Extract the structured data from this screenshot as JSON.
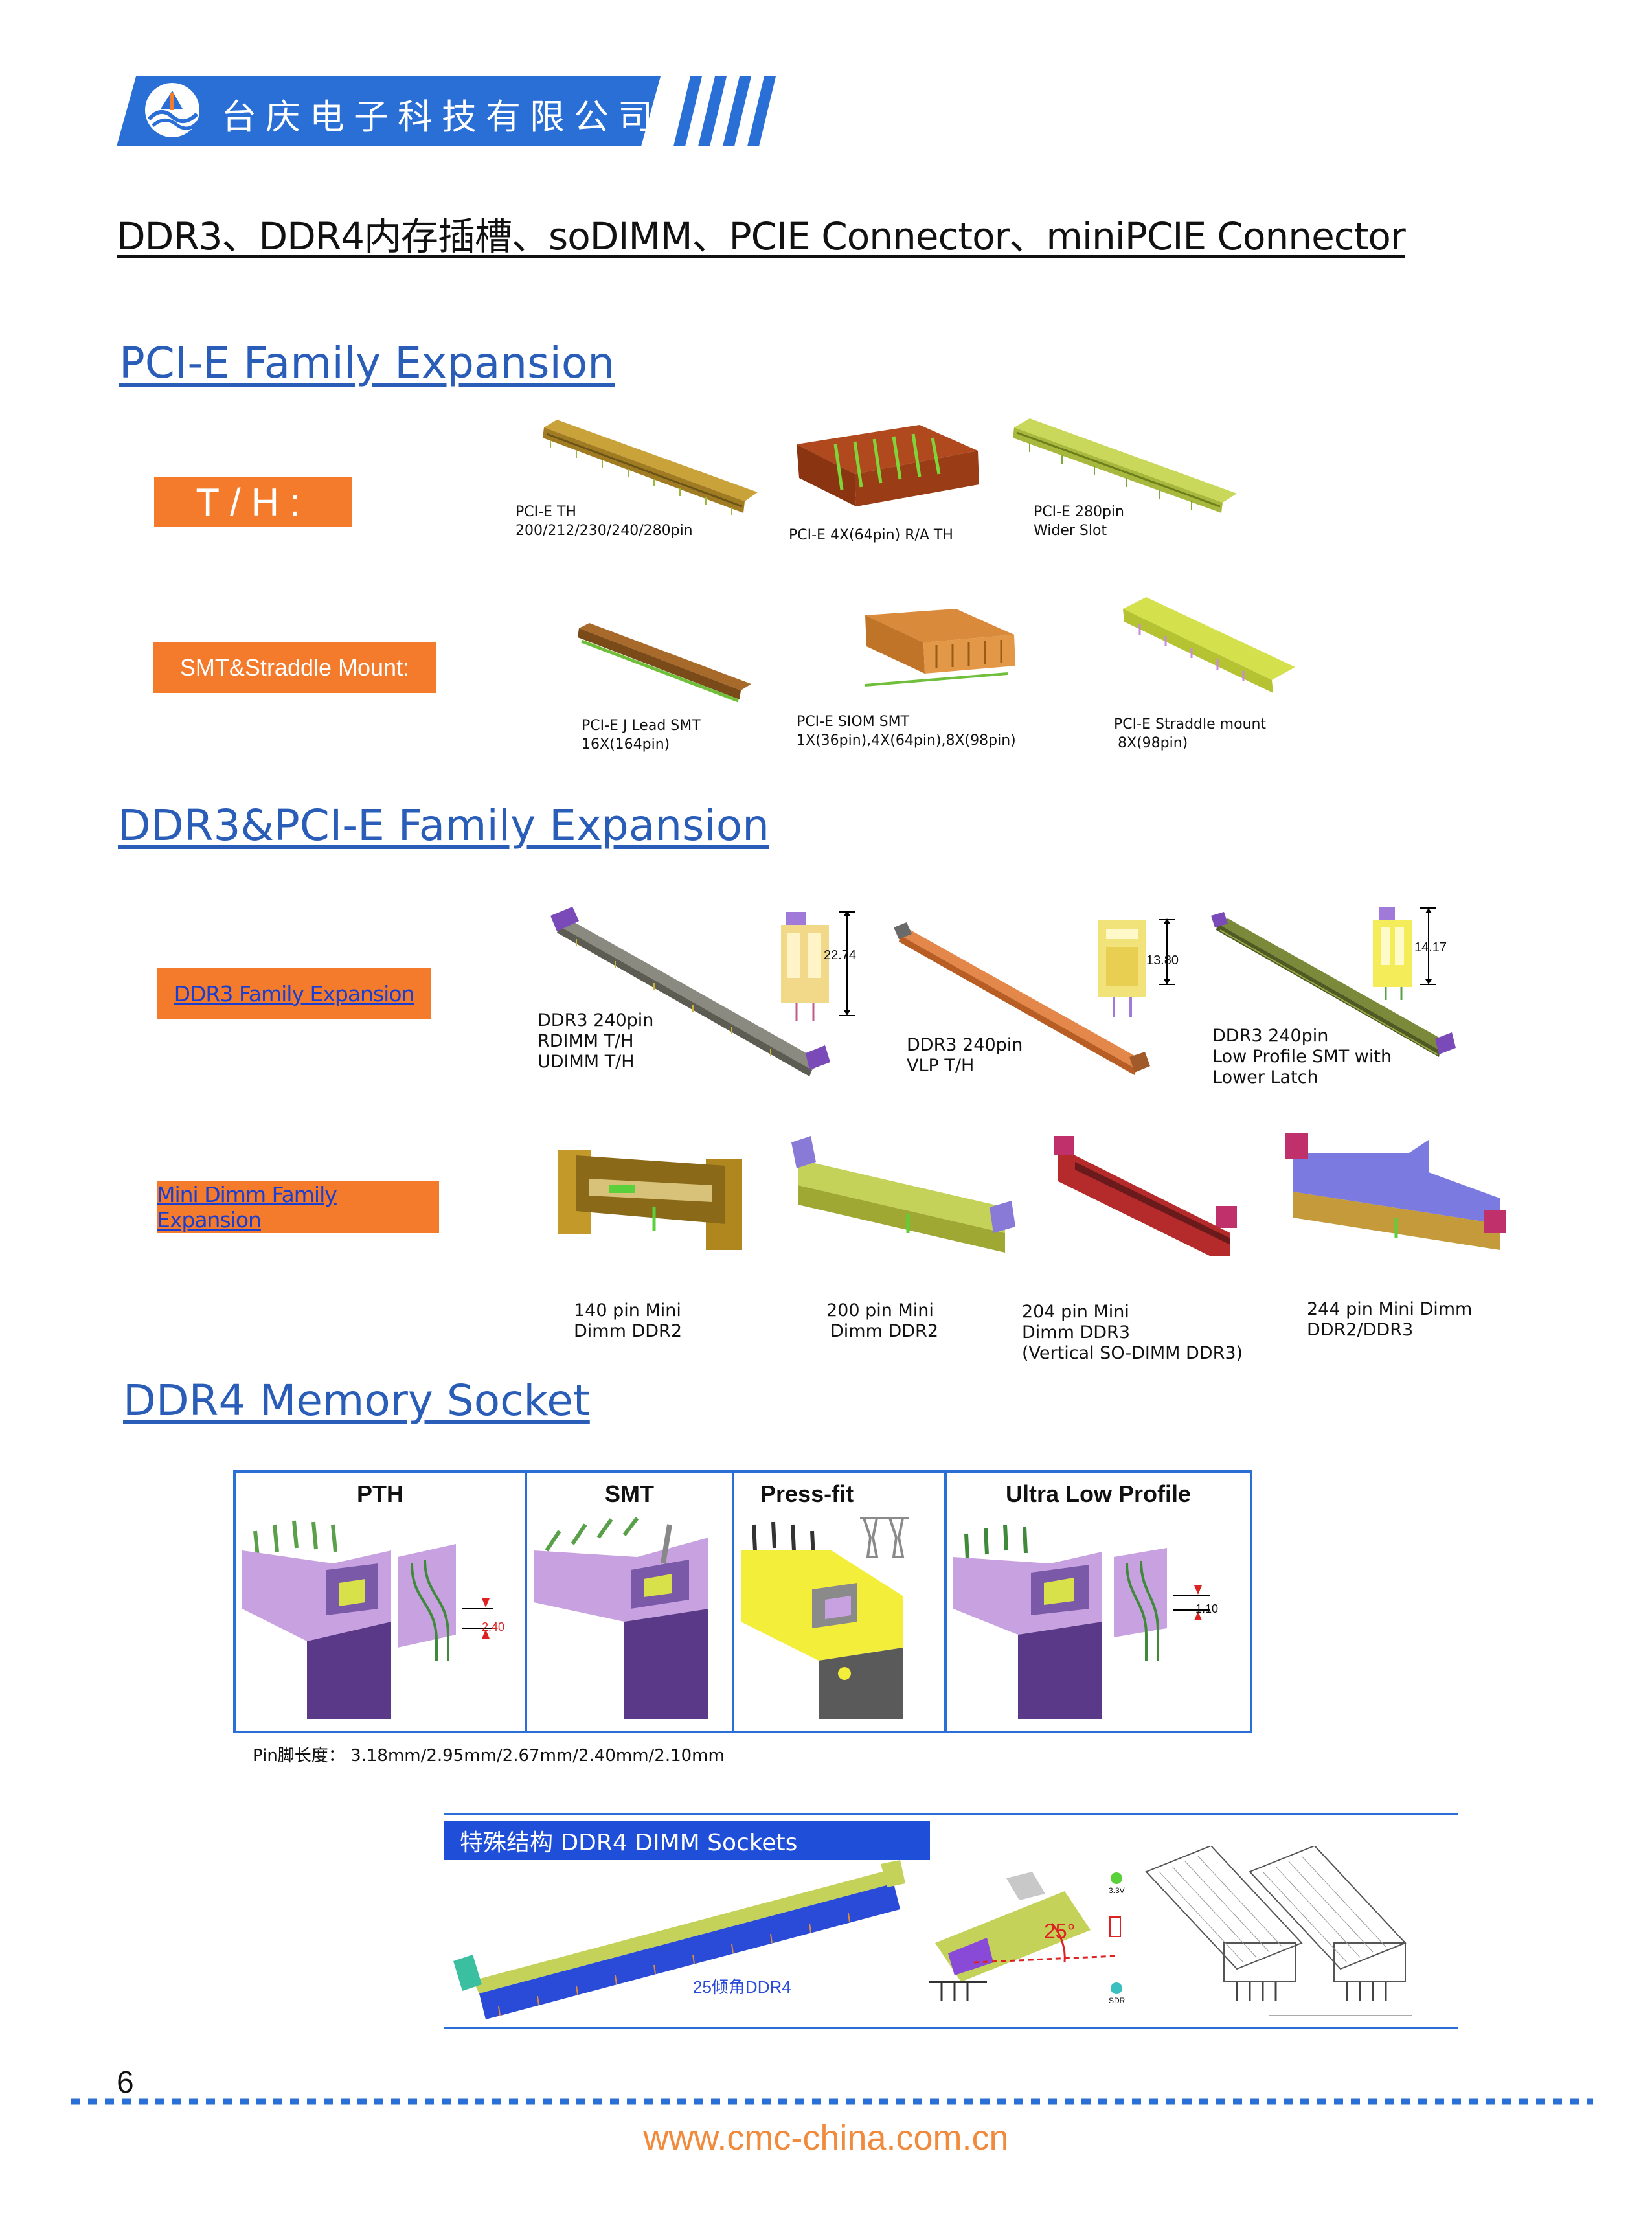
{
  "header": {
    "company": "台庆电子科技有限公司"
  },
  "main_title": "DDR3、DDR4内存插槽、soDIMM、PCIE Connector、miniPCIE Connector",
  "pcie": {
    "title": "PCI-E Family Expansion",
    "th_label": "T/H:",
    "smt_label": "SMT&Straddle Mount:",
    "th_items": [
      {
        "line1": "PCI-E TH",
        "line2": "200/212/230/240/280pin"
      },
      {
        "line1": "PCI-E 4X(64pin) R/A TH",
        "line2": ""
      },
      {
        "line1": "PCI-E 280pin",
        "line2": "Wider Slot"
      }
    ],
    "smt_items": [
      {
        "line1": "PCI-E J Lead SMT",
        "line2": "16X(164pin)"
      },
      {
        "line1": "PCI-E SIOM SMT",
        "line2": "1X(36pin),4X(64pin),8X(98pin)"
      },
      {
        "line1": "PCI-E Straddle mount",
        "line2": "8X(98pin)"
      }
    ]
  },
  "ddr3": {
    "title": "DDR3&PCI-E Family Expansion",
    "ddr3_link": "DDR3 Family Expansion",
    "mini_link": "Mini Dimm Family Expansion",
    "ddr3_items": [
      {
        "line1": "DDR3 240pin",
        "line2": "RDIMM T/H",
        "line3": "UDIMM T/H",
        "dim": "22.74"
      },
      {
        "line1": "DDR3 240pin",
        "line2": "VLP T/H",
        "line3": "",
        "dim": "13.80"
      },
      {
        "line1": "DDR3 240pin",
        "line2": "Low Profile SMT with",
        "line3": "Lower Latch",
        "dim": "14.17"
      }
    ],
    "mini_items": [
      {
        "line1": "140 pin Mini",
        "line2": "Dimm DDR2",
        "line3": ""
      },
      {
        "line1": "200 pin Mini",
        "line2": "Dimm DDR2",
        "line3": ""
      },
      {
        "line1": "204 pin Mini",
        "line2": "Dimm DDR3",
        "line3": "(Vertical SO-DIMM DDR3)"
      },
      {
        "line1": "244 pin Mini Dimm",
        "line2": "DDR2/DDR3",
        "line3": ""
      }
    ]
  },
  "ddr4": {
    "title": "DDR4 Memory Socket",
    "columns": [
      "PTH",
      "SMT",
      "Press-fit",
      "Ultra Low Profile"
    ],
    "dim_pth": "2.40",
    "dim_ulp": "1.10",
    "pin_length": "Pin脚长度：  3.18mm/2.95mm/2.67mm/2.40mm/2.10mm",
    "special_title": "特殊结构  DDR4 DIMM Sockets",
    "tilt_caption": "25倾角DDR4",
    "angle": "25°",
    "v33": "3.3V",
    "sdr": "SDR"
  },
  "footer": {
    "page": "6",
    "url": "www.cmc-china.com.cn"
  },
  "colors": {
    "blue": "#2a6fd6",
    "orange": "#f47a2c",
    "link": "#2a5db8"
  }
}
